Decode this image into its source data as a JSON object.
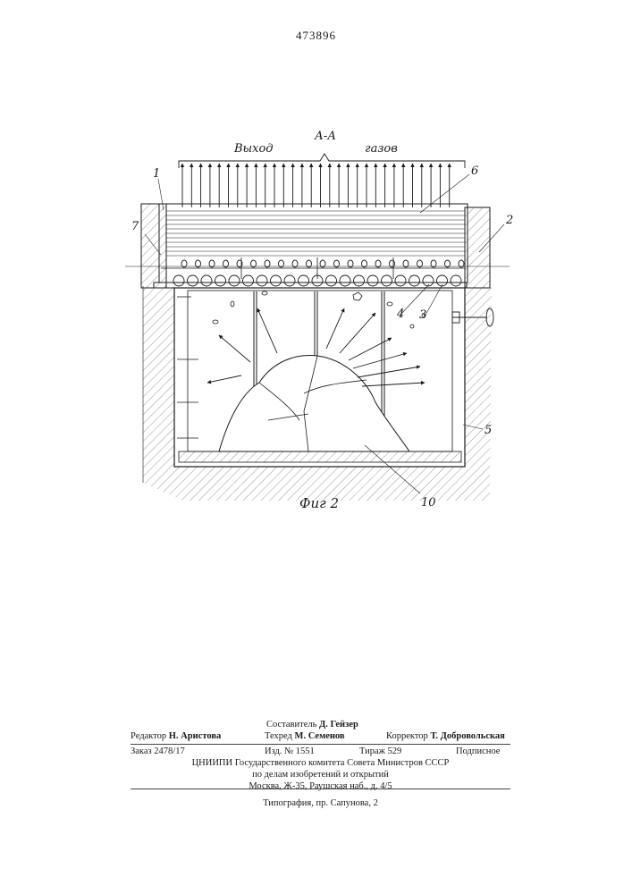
{
  "patent_number": "473896",
  "figure": {
    "section_label": "А-А",
    "top_label_left": "Выход",
    "top_label_right": "газов",
    "caption": "Фиг 2",
    "callouts": [
      "1",
      "2",
      "3",
      "4",
      "5",
      "6",
      "7",
      "10"
    ]
  },
  "credits": {
    "compiler_label": "Составитель",
    "compiler_name": "Д. Гейзер",
    "editor_label": "Редактор",
    "editor_name": "Н. Аристова",
    "techred_label": "Техред",
    "techred_name": "М. Семенов",
    "corrector_label": "Корректор",
    "corrector_name": "Т. Добровольская",
    "order": "Заказ 2478/17",
    "edition": "Изд. № 1551",
    "circulation": "Тираж 529",
    "subscription": "Подписное",
    "org_line1": "ЦНИИПИ Государственного комитета Совета Министров СССР",
    "org_line2": "по делам изобретений и открытий",
    "address": "Москва, Ж-35, Раушская наб., д. 4/5",
    "printing": "Типография, пр. Сапунова, 2"
  }
}
